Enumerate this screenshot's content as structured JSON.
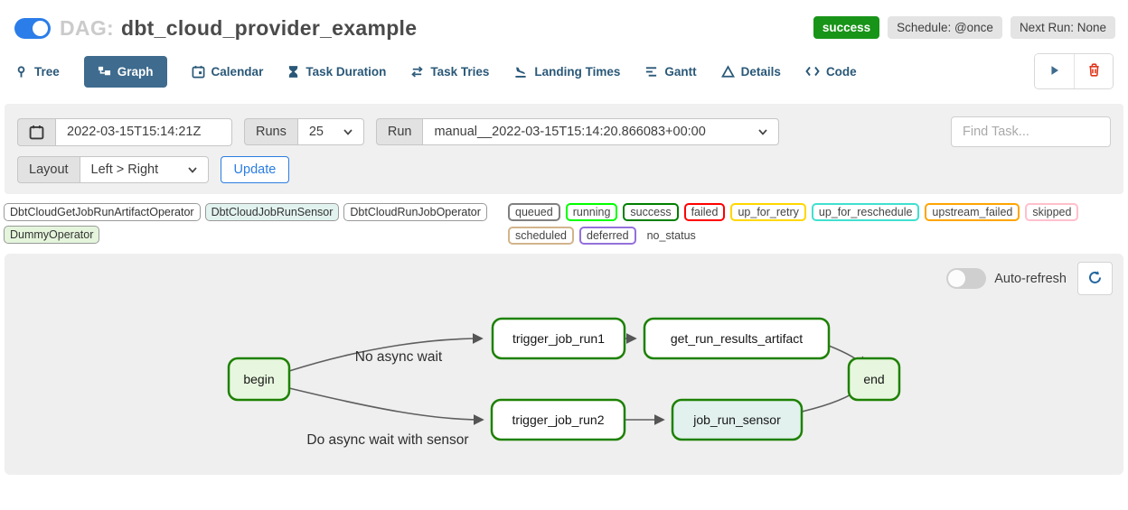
{
  "header": {
    "dag_prefix": "DAG:",
    "dag_title": "dbt_cloud_provider_example",
    "status_badge": "success",
    "schedule_badge": "Schedule: @once",
    "next_run_badge": "Next Run: None",
    "accent_blue": "#2b7de9",
    "success_green": "#189418"
  },
  "tabs": [
    {
      "label": "Tree",
      "active": false
    },
    {
      "label": "Graph",
      "active": true
    },
    {
      "label": "Calendar",
      "active": false
    },
    {
      "label": "Task Duration",
      "active": false
    },
    {
      "label": "Task Tries",
      "active": false
    },
    {
      "label": "Landing Times",
      "active": false
    },
    {
      "label": "Gantt",
      "active": false
    },
    {
      "label": "Details",
      "active": false
    },
    {
      "label": "Code",
      "active": false
    }
  ],
  "filters": {
    "date_value": "2022-03-15T15:14:21Z",
    "runs_label": "Runs",
    "runs_value": "25",
    "run_label": "Run",
    "run_value": "manual__2022-03-15T15:14:20.866083+00:00",
    "find_task_placeholder": "Find Task...",
    "layout_label": "Layout",
    "layout_value": "Left > Right",
    "update_button": "Update"
  },
  "legend": {
    "operators": [
      {
        "label": "DbtCloudGetJobRunArtifactOperator",
        "color": "#ffffff"
      },
      {
        "label": "DbtCloudJobRunSensor",
        "color": "#e2f3ef"
      },
      {
        "label": "DbtCloudRunJobOperator",
        "color": "#ffffff"
      },
      {
        "label": "DummyOperator",
        "color": "#e4f5dc"
      }
    ],
    "statuses": [
      {
        "label": "queued",
        "border": "#808080"
      },
      {
        "label": "running",
        "border": "#00ff00"
      },
      {
        "label": "success",
        "border": "#008000"
      },
      {
        "label": "failed",
        "border": "#ff0000"
      },
      {
        "label": "up_for_retry",
        "border": "#ffd700"
      },
      {
        "label": "up_for_reschedule",
        "border": "#40e0d0"
      },
      {
        "label": "upstream_failed",
        "border": "#ffa500"
      },
      {
        "label": "skipped",
        "border": "#ffc0cb"
      },
      {
        "label": "scheduled",
        "border": "#d2b48c"
      },
      {
        "label": "deferred",
        "border": "#9370db"
      },
      {
        "label": "no_status",
        "border": null
      }
    ]
  },
  "graph": {
    "auto_refresh_label": "Auto-refresh",
    "node_border": "#1d8102",
    "edge_color": "#5f5f5f",
    "nodes": [
      {
        "id": "begin",
        "label": "begin",
        "fill": "#e7f6de"
      },
      {
        "id": "trigger_job_run1",
        "label": "trigger_job_run1",
        "fill": "#ffffff"
      },
      {
        "id": "get_run_results_artifact",
        "label": "get_run_results_artifact",
        "fill": "#ffffff"
      },
      {
        "id": "end",
        "label": "end",
        "fill": "#e7f6de"
      },
      {
        "id": "trigger_job_run2",
        "label": "trigger_job_run2",
        "fill": "#ffffff"
      },
      {
        "id": "job_run_sensor",
        "label": "job_run_sensor",
        "fill": "#e2f1ee"
      }
    ],
    "edge_labels": [
      "No async wait",
      "Do async wait with sensor"
    ]
  },
  "icons": {
    "dag_toggle": "on-toggle",
    "tree": "node-pin",
    "graph": "org-chart",
    "calendar": "calendar",
    "task_duration": "hourglass",
    "task_tries": "swap-arrows",
    "landing_times": "plane-landing",
    "gantt": "horizontal-bars",
    "details": "triangle-outline",
    "code": "angle-brackets",
    "play": "play-triangle",
    "delete": "trash-can",
    "auto_refresh": "off-toggle",
    "refresh": "circular-arrow",
    "select_chevron": "chevron-down"
  }
}
